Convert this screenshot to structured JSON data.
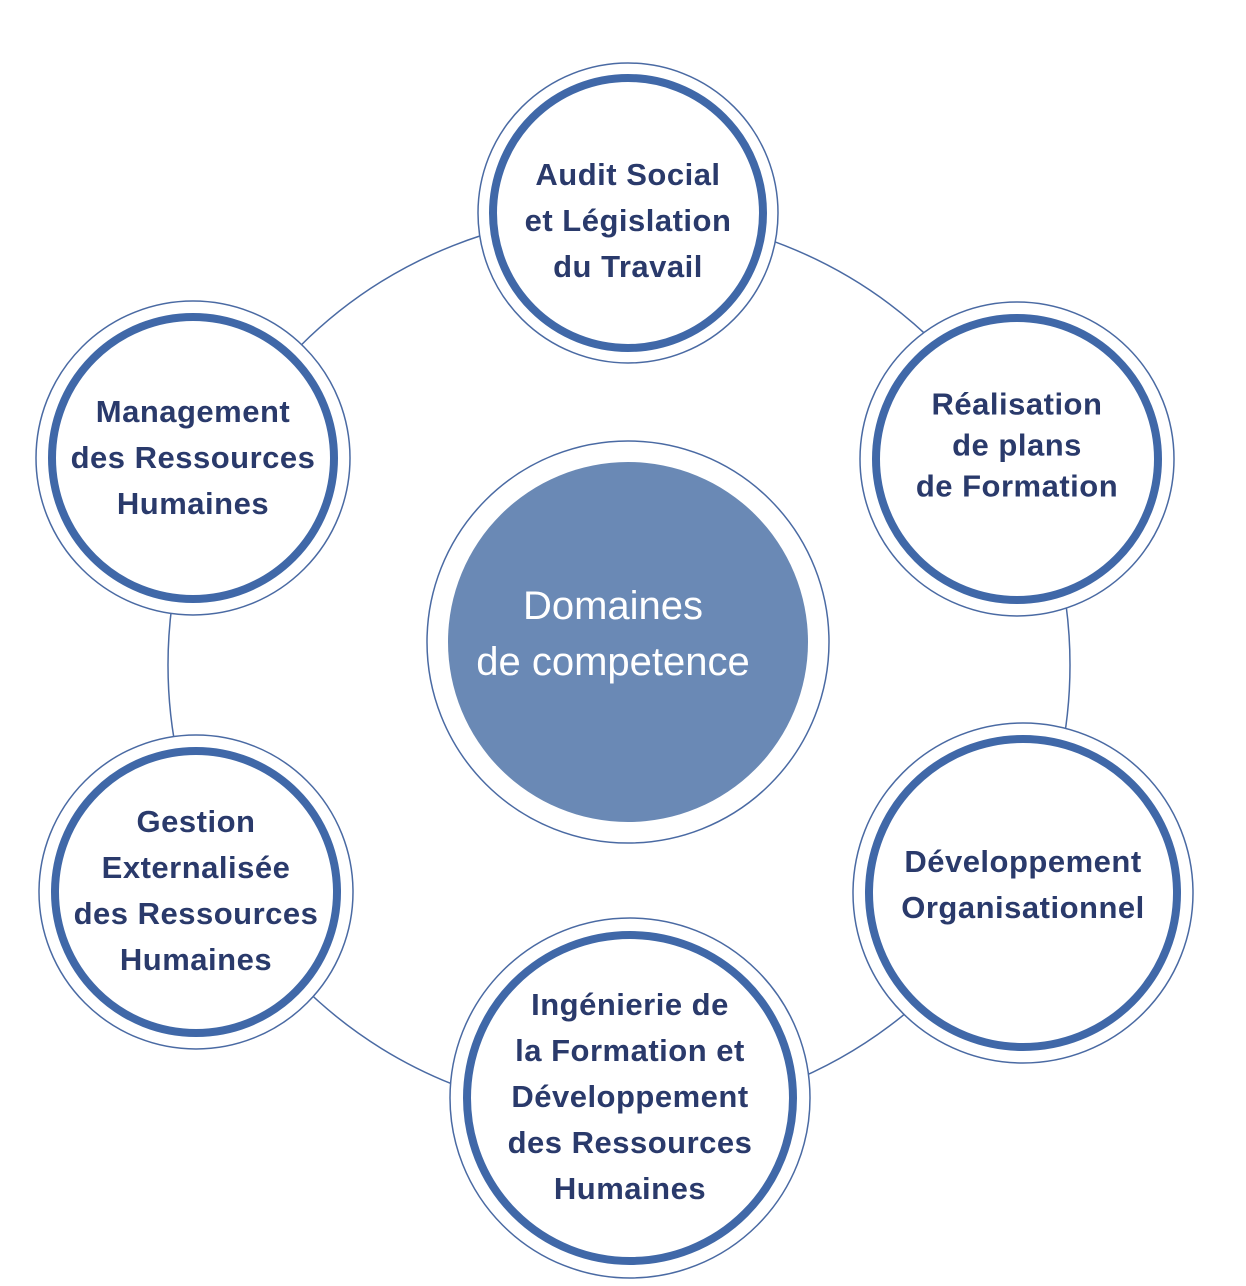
{
  "colors": {
    "ring": "#4068a8",
    "thin": "#4a6aa3",
    "center_fill": "#6a89b5",
    "text": "#2a3a6b"
  },
  "center": {
    "lines": [
      "Domaines",
      "de competence"
    ]
  },
  "nodes": [
    {
      "lines": [
        "Audit Social",
        "et Législation",
        "du Travail"
      ]
    },
    {
      "lines": [
        "Réalisation",
        "de plans",
        "de Formation"
      ]
    },
    {
      "lines": [
        "Développement",
        "Organisationnel"
      ]
    },
    {
      "lines": [
        "Ingénierie de",
        "la Formation et",
        "Développement",
        "des Ressources",
        "Humaines"
      ]
    },
    {
      "lines": [
        "Gestion",
        "Externalisée",
        "des Ressources",
        "Humaines"
      ]
    },
    {
      "lines": [
        "Management",
        "des Ressources",
        "Humaines"
      ]
    }
  ]
}
